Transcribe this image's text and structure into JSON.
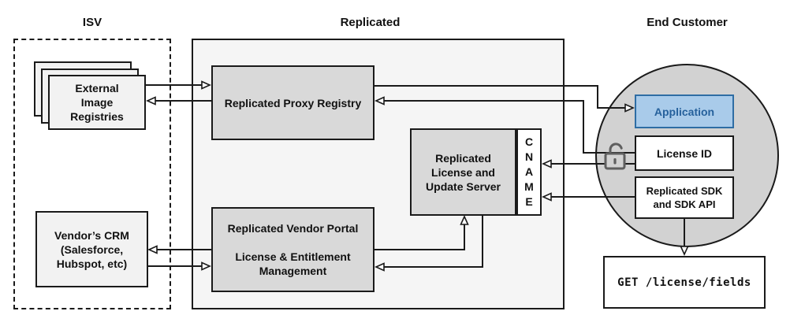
{
  "sections": {
    "isv": {
      "title": "ISV"
    },
    "replicated": {
      "title": "Replicated"
    },
    "end_customer": {
      "title": "End Customer"
    }
  },
  "nodes": {
    "external_registries": {
      "lines": [
        "External",
        "Image",
        "Registries"
      ]
    },
    "vendor_crm": {
      "lines": [
        "Vendor’s CRM",
        "(Salesforce,",
        "Hubspot, etc)"
      ]
    },
    "proxy_registry": {
      "label": "Replicated Proxy Registry"
    },
    "license_update_server": {
      "lines": [
        "Replicated",
        "License and",
        "Update Server"
      ]
    },
    "cname": {
      "letters": [
        "C",
        "N",
        "A",
        "M",
        "E"
      ]
    },
    "vendor_portal": {
      "title": "Replicated Vendor Portal",
      "subtitle_lines": [
        "License & Entitlement",
        "Management"
      ]
    },
    "application": {
      "label": "Application"
    },
    "license_id": {
      "label": "License ID"
    },
    "replicated_sdk": {
      "lines": [
        "Replicated SDK",
        "and SDK API"
      ]
    },
    "get_endpoint": {
      "label": "GET /license/fields"
    }
  },
  "icons": {
    "lock": "open-padlock-icon"
  },
  "edges": [
    {
      "from": "external_registries",
      "to": "proxy_registry"
    },
    {
      "from": "proxy_registry",
      "to": "external_registries"
    },
    {
      "from": "proxy_registry",
      "to": "application"
    },
    {
      "from": "license_id",
      "to": "proxy_registry"
    },
    {
      "from": "license_id",
      "to": "cname"
    },
    {
      "from": "replicated_sdk",
      "to": "cname"
    },
    {
      "from": "replicated_sdk",
      "to": "get_endpoint"
    },
    {
      "from": "vendor_portal",
      "to": "vendor_crm"
    },
    {
      "from": "vendor_crm",
      "to": "vendor_portal"
    },
    {
      "from": "vendor_portal",
      "to": "license_update_server"
    },
    {
      "from": "license_update_server",
      "to": "vendor_portal"
    }
  ],
  "colors": {
    "replicated_container_fill": "#f5f5f5",
    "gray_node_fill": "#d9d9d9",
    "light_node_fill": "#f2f2f2",
    "customer_circle_fill": "#d2d2d2",
    "application_fill": "#a9cbea",
    "application_border": "#2e6da4",
    "application_text": "#26619c",
    "line_color": "#1a1a1a"
  }
}
